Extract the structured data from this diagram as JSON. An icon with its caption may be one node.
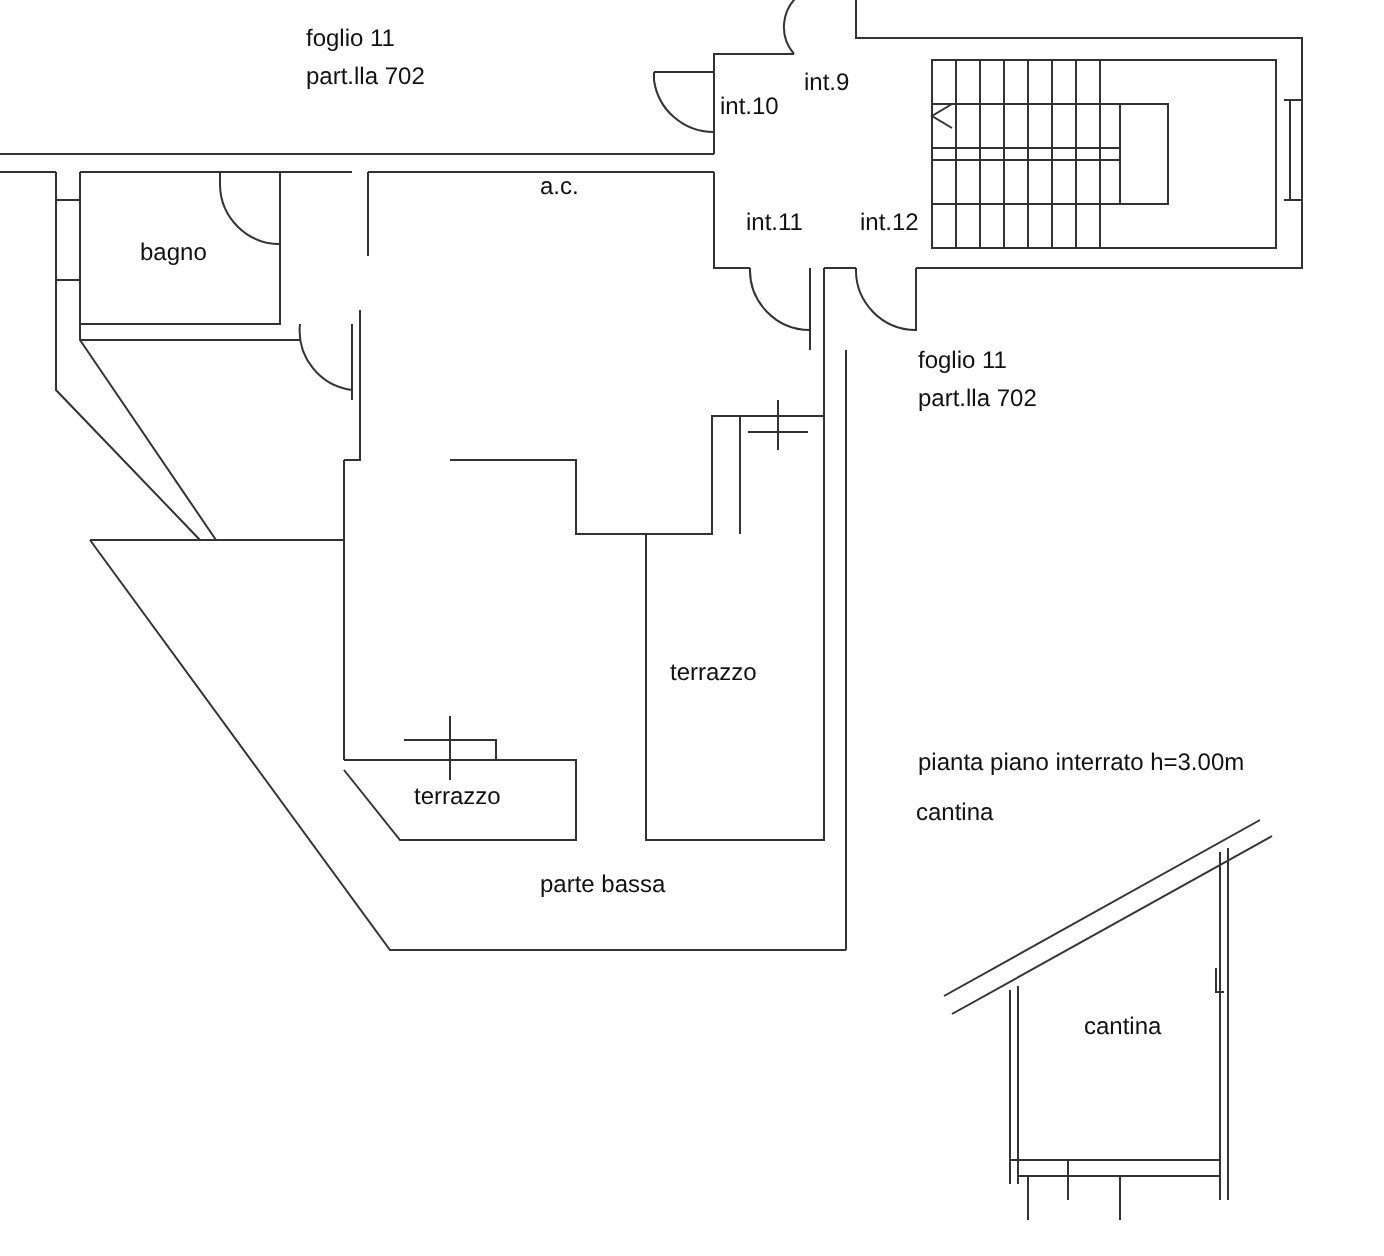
{
  "diagram": {
    "labels": [
      "foglio 11 part.lla 702",
      "int.10",
      "int.9",
      "a.c.",
      "int.11",
      "int.12",
      "bagno",
      "foglio 11 part.lla 702",
      "terrazzo",
      "terrazzo",
      "parte bassa",
      "pianta piano interrato h=3.00m",
      "cantina",
      "cantina"
    ]
  }
}
